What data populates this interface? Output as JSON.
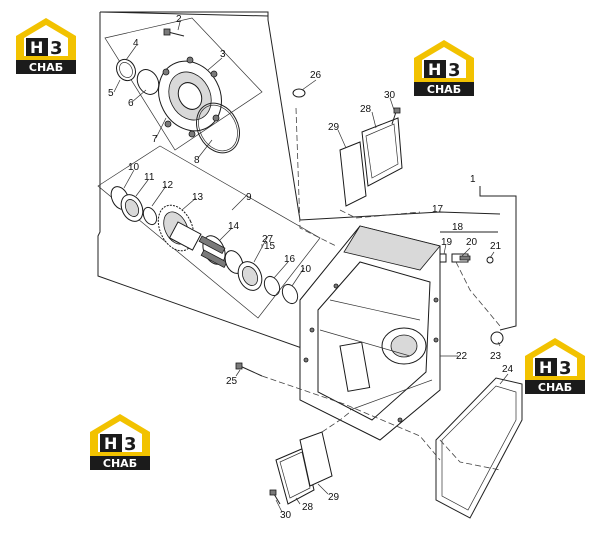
{
  "colors": {
    "logo_yellow": "#f2c200",
    "logo_dark": "#1b1b1b",
    "logo_white": "#ffffff",
    "line": "#222222"
  },
  "logo": {
    "top": "H",
    "digit": "3",
    "bottom": "СНАБ"
  },
  "callouts": [
    "1",
    "2",
    "3",
    "4",
    "5",
    "6",
    "7",
    "8",
    "9",
    "10",
    "11",
    "12",
    "13",
    "14",
    "15",
    "16",
    "10",
    "17",
    "18",
    "19",
    "20",
    "21",
    "22",
    "23",
    "24",
    "25",
    "26",
    "27",
    "28",
    "29",
    "30",
    "28",
    "29",
    "30"
  ]
}
